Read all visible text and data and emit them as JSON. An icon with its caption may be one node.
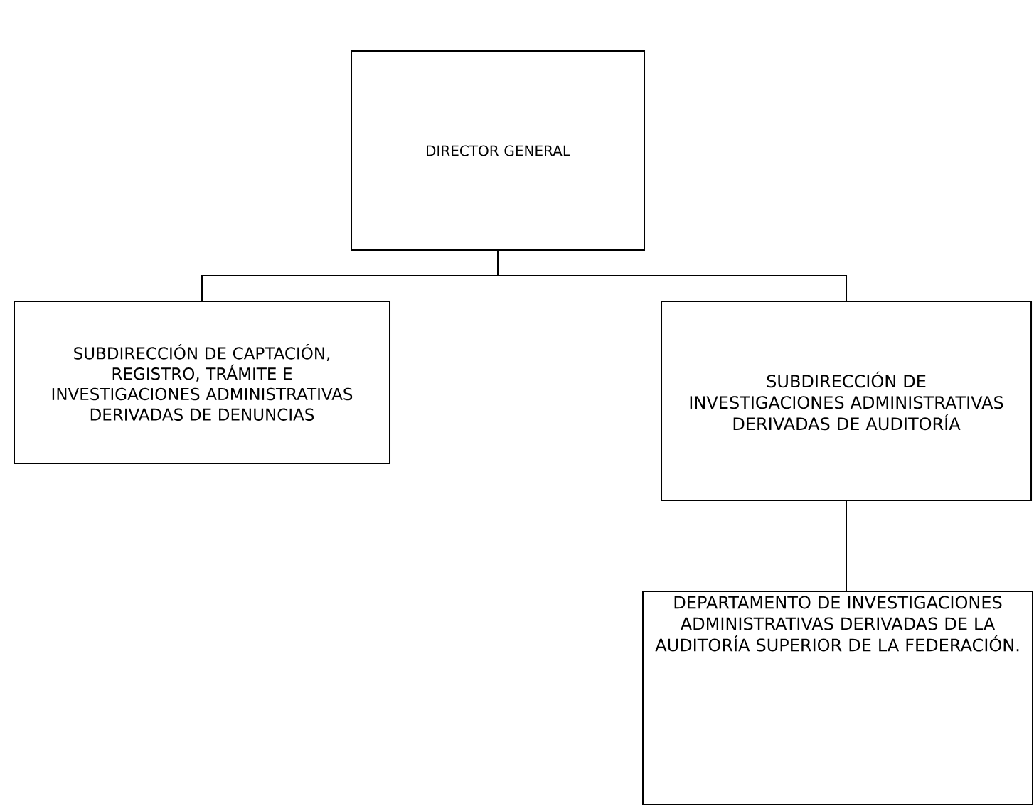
{
  "diagram": {
    "nodes": [
      {
        "text": [
          "DIRECTOR GENERAL"
        ]
      },
      {
        "text": [
          "SUBDIRECCIÓN DE CAPTACIÓN, REGISTRO, TRÁMITE E INVESTIGACIONES ADMINISTRATIVAS DERIVADAS DE DENUNCIAS"
        ]
      },
      {
        "text": [
          "SUBDIRECCIÓN DE INVESTIGACIONES ADMINISTRATIVAS DERIVADAS DE AUDITORÍA"
        ]
      },
      {
        "text": [
          "DEPARTAMENTO DE INVESTIGACIONES ADMINISTRATIVAS DERIVADAS DE LA AUDITORÍA SUPERIOR DE LA FEDERACIÓN."
        ]
      }
    ],
    "edges": [
      {
        "from": 0,
        "to": 1,
        "arrow": "none"
      },
      {
        "from": 0,
        "to": 2,
        "arrow": "none"
      },
      {
        "from": 2,
        "to": 3,
        "arrow": "none"
      }
    ]
  }
}
